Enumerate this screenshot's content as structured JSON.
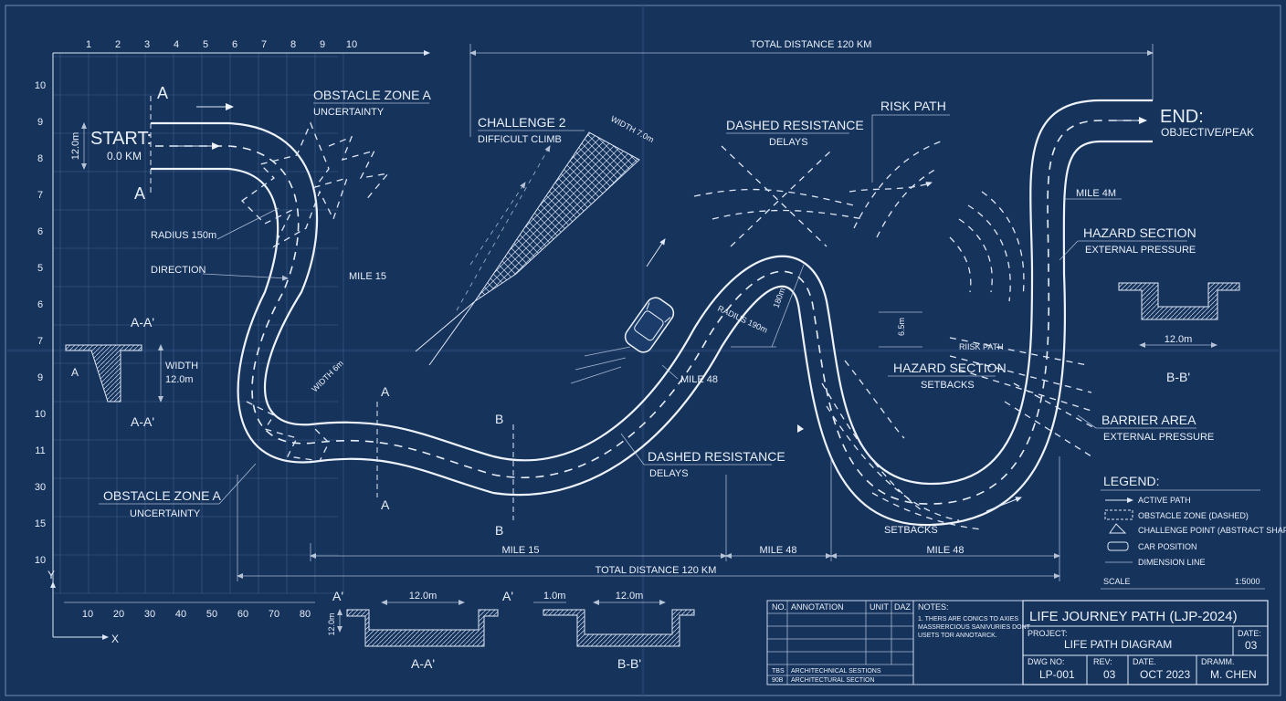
{
  "colors": {
    "background": "#16335c",
    "line": "#e6eef9",
    "grid": "#6f8fbf"
  },
  "grid": {
    "top_numbers": [
      "1",
      "2",
      "3",
      "4",
      "5",
      "6",
      "7",
      "8",
      "9",
      "10"
    ],
    "left_numbers": [
      "10",
      "9",
      "8",
      "7",
      "6",
      "5",
      "6",
      "7",
      "9",
      "10",
      "11",
      "30",
      "15",
      "10"
    ],
    "bottom_numbers": [
      "10",
      "20",
      "30",
      "40",
      "50",
      "60",
      "70",
      "80"
    ],
    "axis_y": "Y",
    "axis_x": "X"
  },
  "labels": {
    "total_distance_top": "TOTAL DISTANCE 120 KM",
    "total_distance_bottom": "TOTAL DISTANCE 120 KM",
    "start": "START:",
    "start_km": "0.0 KM",
    "start_width": "12.0m",
    "section_a_top": "A",
    "section_a_bottom": "A",
    "end": "END:",
    "end_sub": "OBJECTIVE/PEAK",
    "obstacle_top": "OBSTACLE ZONE A",
    "obstacle_top_sub": "UNCERTAINTY",
    "obstacle_bottom": "OBSTACLE ZONE A",
    "obstacle_bottom_sub": "UNCERTAINTY",
    "challenge": "CHALLENGE 2",
    "challenge_sub": "DIFFICULT CLIMB",
    "challenge_width": "WIDTH 7.0m",
    "dashed_top": "DASHED RESISTANCE",
    "dashed_top_sub": "DELAYS",
    "dashed_mid": "DASHED RESISTANCE",
    "dashed_mid_sub": "DELAYS",
    "risk_path": "RISK PATH",
    "risk_path_small": "RIISK PATH",
    "hazard_right": "HAZARD SECTION",
    "hazard_right_sub": "EXTERNAL PRESSURE",
    "hazard_mid": "HAZARD SECTION",
    "hazard_mid_sub": "SETBACKS",
    "barrier": "BARRIER AREA",
    "barrier_sub": "EXTERNAL PRESSURE",
    "radius": "RADIUS 150m",
    "direction": "DIRECTION",
    "mile15": "MILE 15",
    "mile48": "MILE 48",
    "mile4m": "MILE 4M",
    "radius_car": "RADIUS 190m",
    "dim_180": "180m",
    "dim_side": "6.5m",
    "width_curve": "WIDTH 6m",
    "setbacks": "SETBACKS",
    "cut_a": "A",
    "cut_b": "B",
    "dim_mile15": "MILE 15",
    "dim_mile48": "MILE 48",
    "dim_mile48b": "MILE 48",
    "sec_aa_title": "A-A'",
    "sec_aa_label": "A-A'",
    "sec_aa_a": "A",
    "sec_aa_width": "WIDTH",
    "sec_aa_width_val": "12.0m",
    "sec_bb_right": "B-B'",
    "sec_bb_right_dim": "12.0m"
  },
  "bottom_sections": {
    "a_left": "A'",
    "a_right": "A'",
    "a_width": "12.0m",
    "a_depth": "12.0m",
    "a_name": "A-A'",
    "b_small": "1.0m",
    "b_width": "12.0m",
    "b_name": "B-B'"
  },
  "legend": {
    "title": "LEGEND:",
    "items": [
      {
        "label": "ACTIVE PATH",
        "icon": "arrow-line-icon"
      },
      {
        "label": "OBSTACLE ZONE (DASHED)",
        "icon": "dashed-box-icon"
      },
      {
        "label": "CHALLENGE POINT (ABSTRACT SHAPE)",
        "icon": "abstract-shape-icon"
      },
      {
        "label": "CAR POSITION",
        "icon": "car-icon"
      },
      {
        "label": "DIMENSION LINE",
        "icon": "dimension-line-icon"
      }
    ],
    "scale_label": "SCALE",
    "scale_value": "1:5000"
  },
  "notes_table": {
    "col_no": "NO.",
    "col_annotation": "ANNOTATION",
    "col_unit": "UNIT",
    "col_date": "DAZ",
    "row1_no": "TBS",
    "row1_text": "ARCHITECHNICAL SESTIONS",
    "row2_no": "90B",
    "row2_text": "ARCHITECTURAL SECTION",
    "notes_title": "NOTES:",
    "notes_body_1": "1. THERS ARE CONICS TO AXIES",
    "notes_body_2": "MASSRERCIOUS SANIVURIES DONT",
    "notes_body_3": "USETS TOR ANNOTARCK."
  },
  "title_block": {
    "title": "LIFE JOURNEY PATH (LJP-2024)",
    "project_label": "PROJECT:",
    "project_value": "LIFE PATH DIAGRAM",
    "date_label": "DATE:",
    "date_value": "03",
    "dwg_label": "DWG NO:",
    "dwg_value": "LP-001",
    "rev_label": "REV:",
    "rev_value": "03",
    "date2_label": "DATE.",
    "date2_value": "OCT 2023",
    "drawn_label": "DRAMM.",
    "drawn_value": "M. CHEN"
  }
}
